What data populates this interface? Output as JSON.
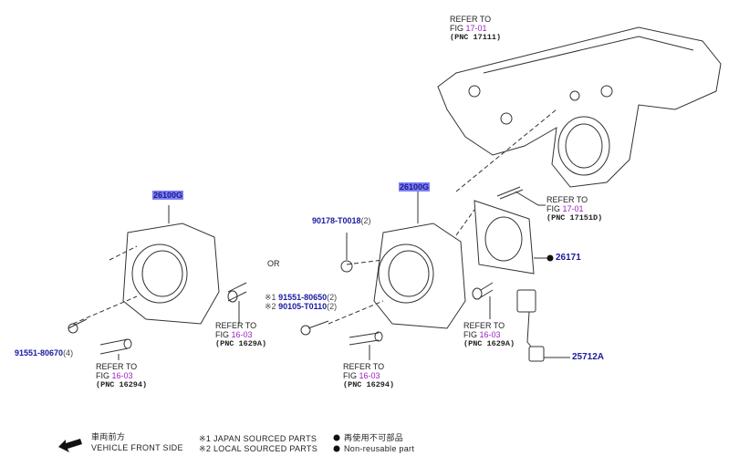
{
  "refs": {
    "top": {
      "line1": "REFER TO",
      "fig_prefix": "FIG ",
      "fig": "17-01",
      "pnc": "(PNC 17111)"
    },
    "stud": {
      "line1": "REFER TO",
      "fig_prefix": "FIG ",
      "fig": "17-01",
      "pnc": "(PNC 17151D)"
    },
    "left_hose_a": {
      "line1": "REFER TO",
      "fig_prefix": "FIG ",
      "fig": "16-03",
      "pnc": "(PNC 1629A)"
    },
    "left_hose_b": {
      "line1": "REFER TO",
      "fig_prefix": "FIG ",
      "fig": "16-03",
      "pnc": "(PNC 16294)"
    },
    "right_hose_a": {
      "line1": "REFER TO",
      "fig_prefix": "FIG ",
      "fig": "16-03",
      "pnc": "(PNC 1629A)"
    },
    "right_hose_b": {
      "line1": "REFER TO",
      "fig_prefix": "FIG ",
      "fig": "16-03",
      "pnc": "(PNC 16294)"
    }
  },
  "parts": {
    "throttle_left": "26100G",
    "throttle_right": "26100G",
    "nut": "90178-T0018",
    "nut_qty": "(2)",
    "bolt1_mark": "※1",
    "bolt1": "91551-80650",
    "bolt1_qty": "(2)",
    "bolt2_mark": "※2",
    "bolt2": "90105-T0110",
    "bolt2_qty": "(2)",
    "bolt_left": "91551-80670",
    "bolt_left_qty": "(4)",
    "gasket": "26171",
    "sensor": "25712A"
  },
  "or_label": "OR",
  "legend": {
    "front_jp": "車両前方",
    "front_en": "VEHICLE FRONT SIDE",
    "japan": "※1 JAPAN SOURCED PARTS",
    "local": "※2 LOCAL SOURCED PARTS",
    "nonreuse_jp": "再使用不可部品",
    "nonreuse_en": "Non-reusable part"
  }
}
